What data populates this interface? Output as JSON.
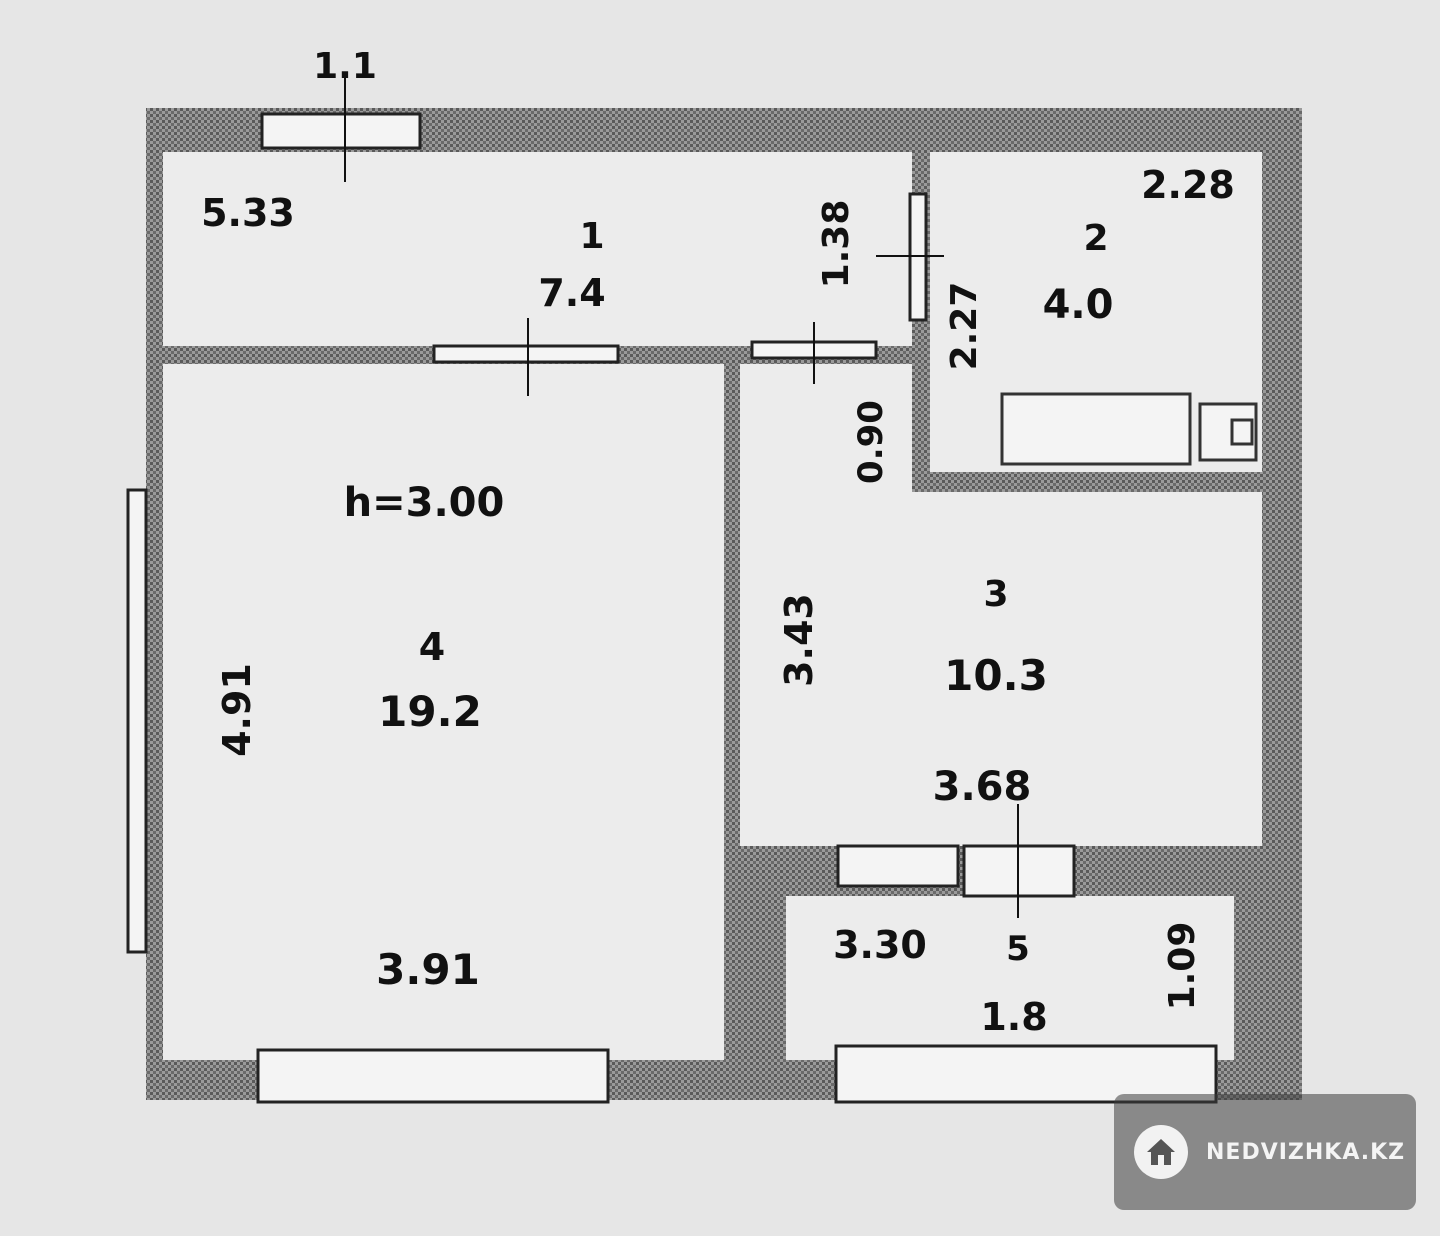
{
  "plan": {
    "ceiling_height": "h=3.00",
    "rooms": [
      {
        "id": "room-1",
        "number": "1",
        "area": "7.4"
      },
      {
        "id": "room-2",
        "number": "2",
        "area": "4.0"
      },
      {
        "id": "room-3",
        "number": "3",
        "area": "10.3"
      },
      {
        "id": "room-4",
        "number": "4",
        "area": "19.2"
      },
      {
        "id": "room-5",
        "number": "5",
        "area": "1.8"
      }
    ],
    "dimensions": {
      "top_door": "1.1",
      "hall_length": "5.33",
      "hall_door": "1.38",
      "bath_width": "2.28",
      "bath_height": "2.27",
      "corridor_gap": "0.90",
      "kitchen_height": "3.43",
      "kitchen_width": "3.68",
      "living_height": "4.91",
      "living_width": "3.91",
      "balcony_width": "3.30",
      "balcony_depth": "1.09"
    }
  },
  "watermark": {
    "text": "NEDVIZHKA.KZ",
    "icon": "house-icon"
  }
}
